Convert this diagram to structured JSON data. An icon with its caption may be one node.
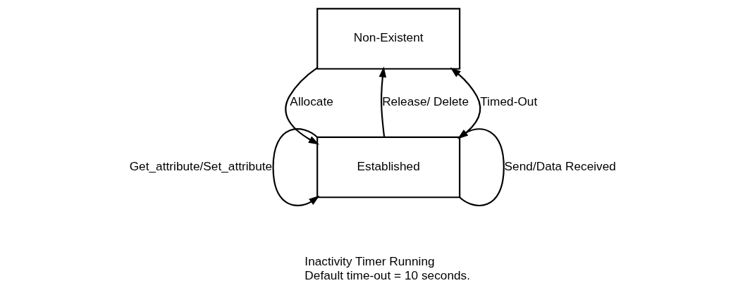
{
  "diagram": {
    "nodes": [
      {
        "text": [
          "Non-Existent"
        ]
      },
      {
        "text": [
          "Established"
        ],
        "beside": [
          "Inactivity Timer Running",
          "Default time-out = 10 seconds."
        ]
      }
    ],
    "edges": [
      {
        "from": 0,
        "to": 1,
        "arrow": "to",
        "label": "Allocate"
      },
      {
        "from": 1,
        "to": 0,
        "arrow": "to",
        "label": "Release/ Delete"
      },
      {
        "from": 1,
        "to": 0,
        "arrow": "to",
        "label": "Timed-Out"
      },
      {
        "from": 1,
        "to": 1,
        "arrow": "to",
        "label": "Get_attribute/Set_attribute"
      },
      {
        "from": 1,
        "to": 1,
        "arrow": "to",
        "label": "Send/Data Received"
      }
    ]
  }
}
